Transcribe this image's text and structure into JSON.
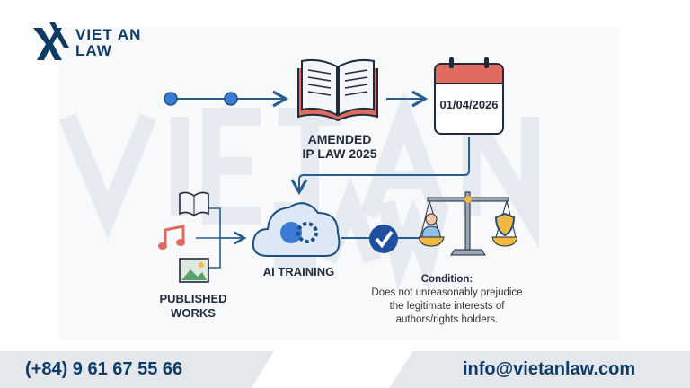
{
  "logo": {
    "line1": "VIET AN",
    "line2": "LAW"
  },
  "watermark": {
    "line1": "VIET AN",
    "line2": "LAW"
  },
  "diagram": {
    "law_label_1": "AMENDED",
    "law_label_2": "IP LAW 2025",
    "effective_date": "01/04/2026",
    "ai_label": "AI TRAINING",
    "works_label_1": "PUBLISHED",
    "works_label_2": "WORKS",
    "condition_title": "Condition:",
    "condition_lines": [
      "Does not unreasonably prejudice",
      "the legitimate interests of",
      "authors/rights holders."
    ]
  },
  "footer": {
    "phone": "(+84) 9 61 67 55 66",
    "email": "info@vietanlaw.com"
  },
  "colors": {
    "brand": "#0d3b66",
    "accent": "#3a7bd5",
    "line": "#2a5d8f"
  }
}
